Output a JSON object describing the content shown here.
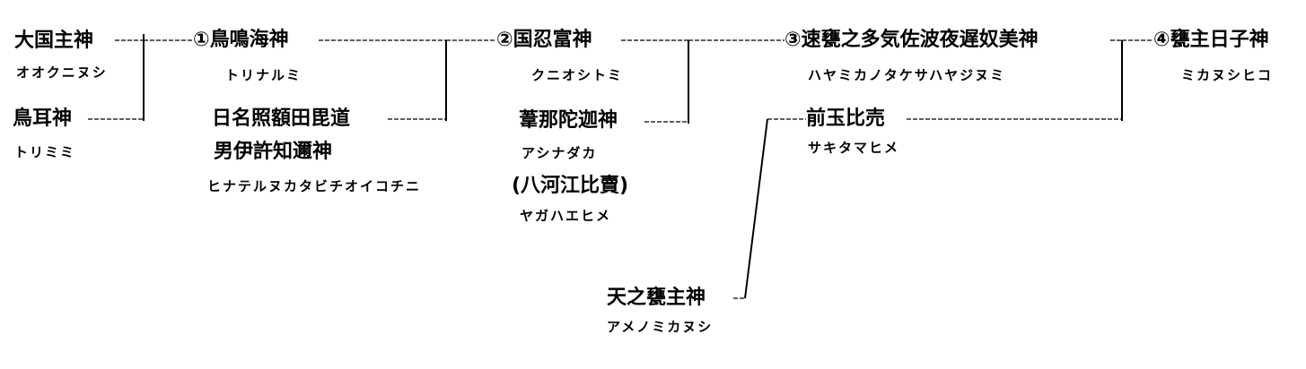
{
  "persons": {
    "okuninushi": {
      "name": "大国主神",
      "reading": "オオクニヌシ"
    },
    "torimimi": {
      "name": "鳥耳神",
      "reading": "トリミミ"
    },
    "torinarumi": {
      "name": "①鳥鳴海神",
      "reading": "トリナルミ"
    },
    "hinateru_name_1": "日名照額田毘道",
    "hinateru_name_2": "男伊許知邇神",
    "hinateru_reading": "ヒナテルヌカタビチオイコチニ",
    "kuniositomi": {
      "name": "②国忍富神",
      "reading": "クニオシトミ"
    },
    "ashinadaka": {
      "name": "葦那陀迦神",
      "reading": "アシナダカ",
      "alt_name": "(八河江比賣)",
      "alt_reading": "ヤガハエヒメ"
    },
    "hayamika": {
      "name": "③速甕之多気佐波夜遅奴美神",
      "reading": "ハヤミカノタケサハヤジヌミ"
    },
    "sakitamahime": {
      "name": "前玉比売",
      "reading": "サキタマヒメ"
    },
    "amenomikanushi": {
      "name": "天之甕主神",
      "reading": "アメノミカヌシ"
    },
    "mikanushihiko": {
      "name": "④甕主日子神",
      "reading": "ミカヌシヒコ"
    }
  }
}
